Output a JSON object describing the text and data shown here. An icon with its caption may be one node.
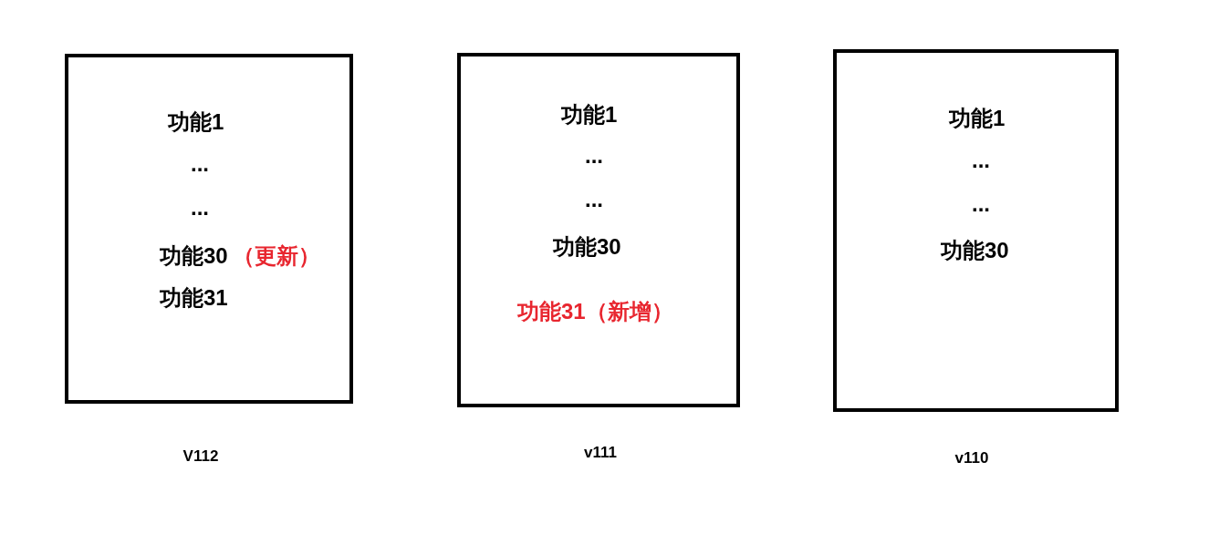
{
  "diagram": {
    "nodes": [
      {
        "text": [
          "功能1",
          "...",
          "...",
          "功能30",
          "（更新）",
          "功能31"
        ],
        "beside": [
          "V112"
        ]
      },
      {
        "text": [
          "功能1",
          "...",
          "...",
          "功能30",
          "功能31（新增）"
        ],
        "beside": [
          "v111"
        ]
      },
      {
        "text": [
          "功能1",
          "...",
          "...",
          "功能30"
        ],
        "beside": [
          "v110"
        ]
      }
    ]
  }
}
